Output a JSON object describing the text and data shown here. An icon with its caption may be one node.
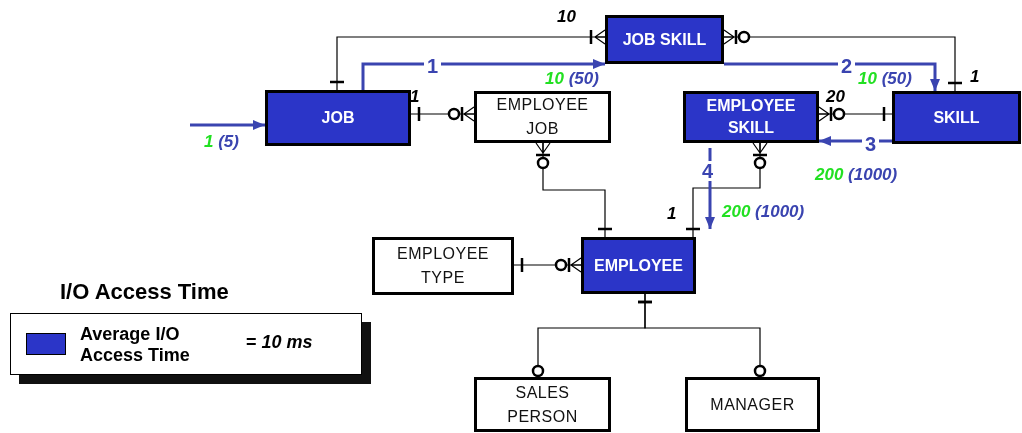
{
  "diagram": {
    "nodes": [
      {
        "text": [
          "JOB"
        ]
      },
      {
        "text": [
          "JOB SKILL"
        ]
      },
      {
        "text": [
          "EMPLOYEE JOB"
        ]
      },
      {
        "text": [
          "EMPLOYEE SKILL"
        ]
      },
      {
        "text": [
          "SKILL"
        ]
      },
      {
        "text": [
          "EMPLOYEE TYPE"
        ]
      },
      {
        "text": [
          "EMPLOYEE"
        ]
      },
      {
        "text": [
          "SALES PERSON"
        ]
      },
      {
        "text": [
          "MANAGER"
        ]
      }
    ],
    "edges": [
      {
        "from": 0,
        "to": 1,
        "arrow": "other",
        "label": "10"
      },
      {
        "from": 1,
        "to": 4,
        "arrow": "other",
        "label": "1"
      },
      {
        "from": 0,
        "to": 2,
        "arrow": "other",
        "label": "1"
      },
      {
        "from": 4,
        "to": 3,
        "arrow": "other",
        "label": "20"
      },
      {
        "from": 2,
        "to": 6,
        "arrow": "other"
      },
      {
        "from": 3,
        "to": 6,
        "arrow": "other",
        "label": "1"
      },
      {
        "from": 5,
        "to": 6,
        "arrow": "other"
      },
      {
        "from": 6,
        "to": 7,
        "arrow": "other"
      },
      {
        "from": 6,
        "to": 8,
        "arrow": "other"
      },
      {
        "from": null,
        "to": 0,
        "arrow": "to",
        "style": "thick",
        "color": "#3a44b0"
      },
      {
        "from": 0,
        "to": 1,
        "arrow": "to",
        "label": "1",
        "style": "thick",
        "color": "#3a44b0"
      },
      {
        "from": 1,
        "to": 4,
        "arrow": "to",
        "label": "2",
        "style": "thick",
        "color": "#3a44b0"
      },
      {
        "from": 4,
        "to": 3,
        "arrow": "to",
        "label": "3",
        "style": "thick",
        "color": "#3a44b0"
      },
      {
        "from": 3,
        "to": 6,
        "arrow": "to",
        "label": "4",
        "style": "thick",
        "color": "#3a44b0"
      }
    ],
    "labels": [
      "1 (5)",
      "10 (50)",
      "10 (50)",
      "200 (1000)",
      "200 (1000)",
      "I/O Access Time",
      "= *10 ms*"
    ],
    "legend": [
      {
        "text": "Average I/O Access Time",
        "color": "#2b35c8"
      }
    ]
  }
}
